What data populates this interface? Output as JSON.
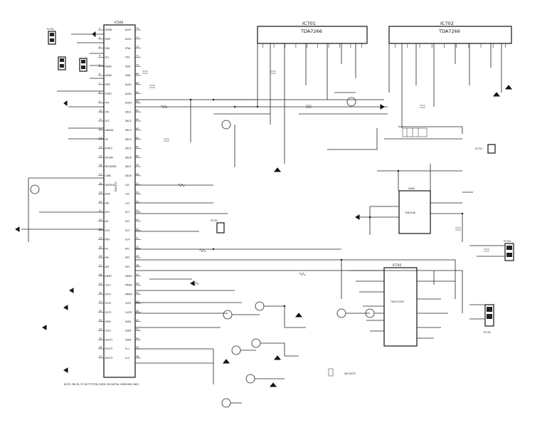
{
  "schematic": {
    "ic_main": {
      "ref": "IC500",
      "part": "TDA9143",
      "left_pins": [
        "DGND",
        "RSET",
        "SDA",
        "SCL",
        "VDDA",
        "AGND",
        "FREF",
        "PORT1",
        "VP1",
        "VP2",
        "VCC",
        "ADRSEL",
        "SIF",
        "PORT2",
        "SECAM",
        "DECSDEM",
        "CVBS",
        "DEEMCH",
        "AUXI",
        "ADI",
        "AFO",
        "AFI",
        "VCO",
        "IREF",
        "PLL",
        "FMI",
        "AFE",
        "IDENT",
        "LDC1",
        "OUT1",
        "OUT2",
        "OUT3",
        "SIFIN",
        "LDC2",
        "SOUT1",
        "SOUT2",
        "SOUT3"
      ],
      "right_pins": [
        "AUX1",
        "AUX2",
        "XTAL",
        "OSC",
        "VDD",
        "GND",
        "AUD1",
        "AUD2",
        "AUD3",
        "DAC1",
        "DAC2",
        "DAC3",
        "DAC4",
        "DAC5",
        "DAC6",
        "DAC7",
        "DAC8",
        "LS1",
        "LS2",
        "LS3",
        "SC1",
        "SC2",
        "SC3",
        "SC4",
        "HP1",
        "HP2",
        "HP3",
        "PWM1",
        "PWM2",
        "PWM3",
        "OUTL",
        "OUTR",
        "SUB1",
        "SUB2",
        "SUB3",
        "CL1",
        "CL2"
      ]
    },
    "ic_amp1": {
      "ref": "IC701",
      "part": "TDA7266"
    },
    "ic_amp2": {
      "ref": "IC702",
      "part": "TDA7266"
    },
    "ic_mid": {
      "ref": "IC600",
      "part": "TDA1308"
    },
    "ic_low": {
      "ref": "IC705",
      "part": "74HCT4053"
    },
    "connectors": {
      "pl_top_left": "PL701",
      "pl_right_1": "PL703",
      "pl_right_2": "PL704",
      "pl_right_3": "PL705",
      "pl_left_mid": "PL702"
    },
    "footnote": "NOTE: PIN 36, 37 NOT FITTED (USED ON DIGITAL VERSIONS ONLY)",
    "note_mid": "SEE NOTE",
    "colors": {
      "ink": "#111111",
      "paper": "#ffffff"
    }
  }
}
